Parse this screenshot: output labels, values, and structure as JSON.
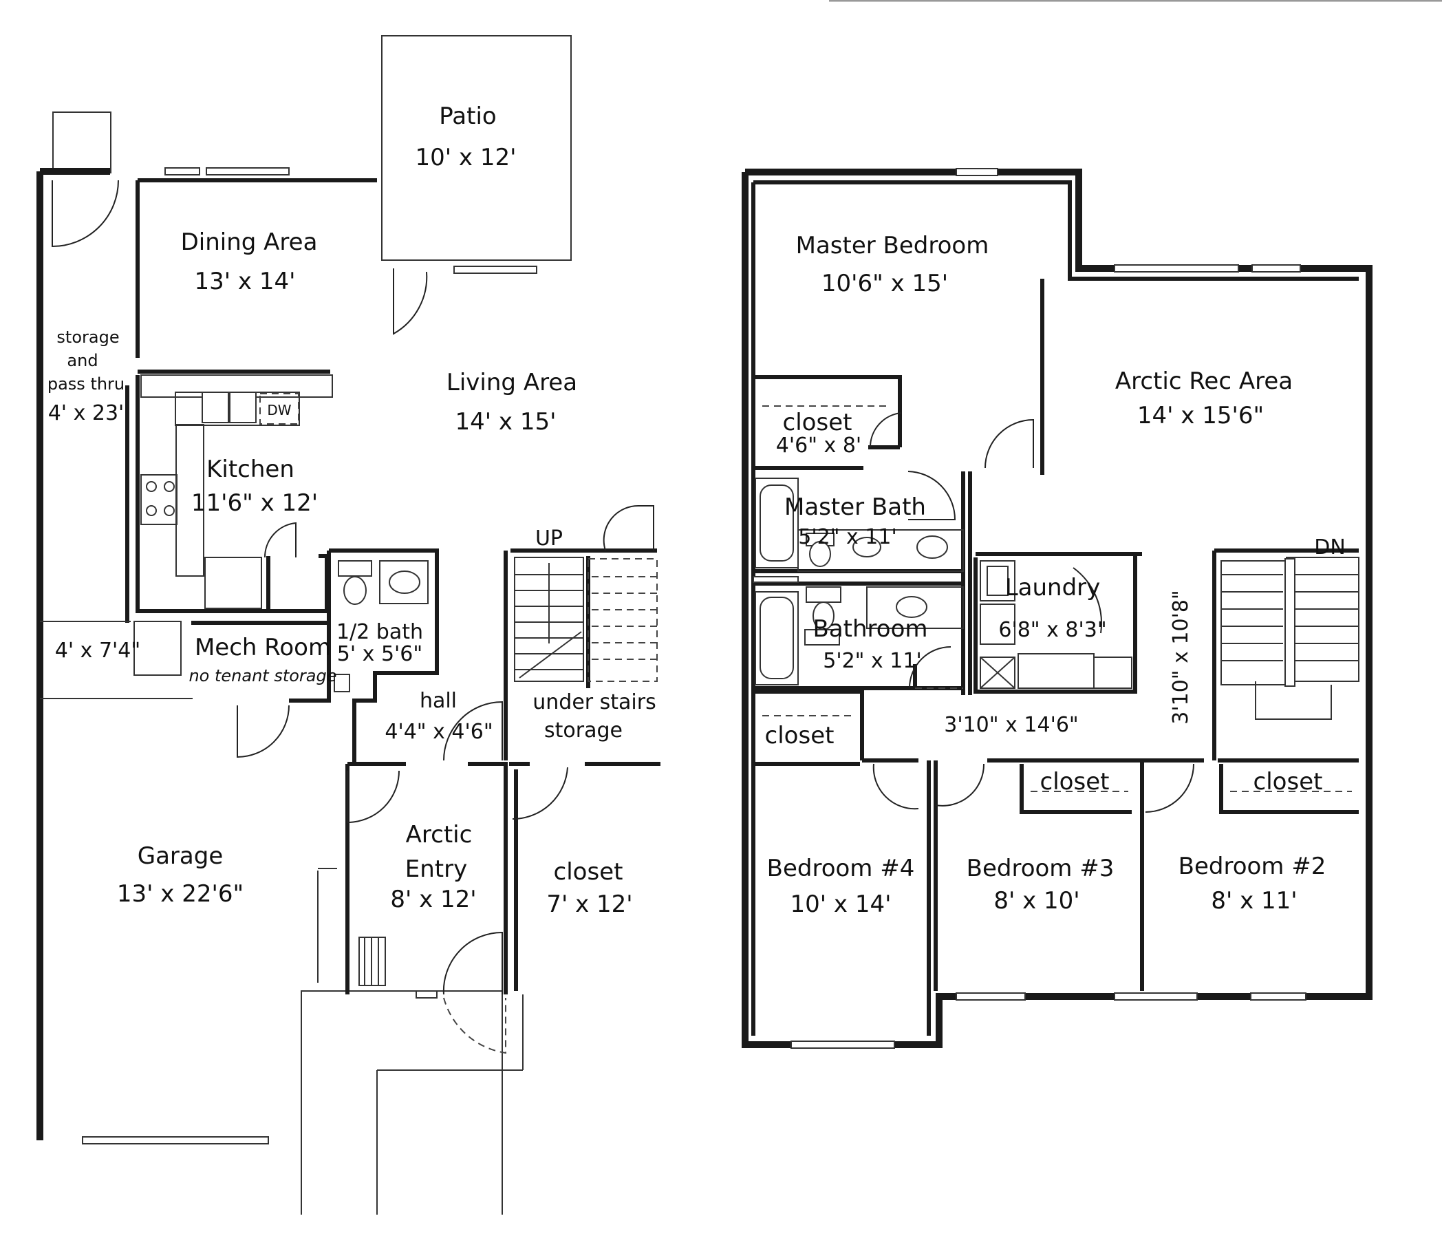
{
  "first_floor": {
    "patio": {
      "name": "Patio",
      "size": "10' x 12'"
    },
    "dining": {
      "name": "Dining Area",
      "size": "13' x 14'"
    },
    "storage": {
      "name_1": "storage",
      "name_2": "and",
      "name_3": "pass thru",
      "size": "4' x 23'"
    },
    "living": {
      "name": "Living Area",
      "size": "14' x 15'"
    },
    "kitchen": {
      "name": "Kitchen",
      "size": "11'6\" x 12'",
      "dw": "DW"
    },
    "small_space": {
      "size": "4' x 7'4\""
    },
    "mech": {
      "name": "Mech Room",
      "note": "no tenant storage"
    },
    "half_bath": {
      "name": "1/2 bath",
      "size": "5' x 5'6\""
    },
    "hall": {
      "name": "hall",
      "size": "4'4\" x 4'6\""
    },
    "stairs": {
      "label": "UP"
    },
    "under_stairs": {
      "name_1": "under stairs",
      "name_2": "storage"
    },
    "garage": {
      "name": "Garage",
      "size": "13' x 22'6\""
    },
    "entry": {
      "name_1": "Arctic",
      "name_2": "Entry",
      "size": "8' x 12'"
    },
    "closet": {
      "name": "closet",
      "size": "7' x 12'"
    }
  },
  "second_floor": {
    "master_bedroom": {
      "name": "Master Bedroom",
      "size": "10'6\" x 15'"
    },
    "master_closet": {
      "name": "closet",
      "size": "4'6\" x 8'"
    },
    "rec": {
      "name": "Arctic Rec Area",
      "size": "14' x 15'6\""
    },
    "master_bath": {
      "name": "Master Bath",
      "size": "5'2\" x 11'"
    },
    "laundry": {
      "name": "Laundry",
      "size": "6'8\" x 8'3\""
    },
    "stairs": {
      "label": "DN"
    },
    "hall_vertical": {
      "size": "3'10\" x 10'8\""
    },
    "bathroom": {
      "name": "Bathroom",
      "size": "5'2\" x 11'"
    },
    "hall_closet": {
      "name": "closet"
    },
    "hallway": {
      "size": "3'10\" x 14'6\""
    },
    "closet_b3": {
      "name": "closet"
    },
    "closet_b2": {
      "name": "closet"
    },
    "bedroom4": {
      "name": "Bedroom #4",
      "size": "10' x 14'"
    },
    "bedroom3": {
      "name": "Bedroom #3",
      "size": "8' x 10'"
    },
    "bedroom2": {
      "name": "Bedroom #2",
      "size": "8' x 11'"
    }
  }
}
